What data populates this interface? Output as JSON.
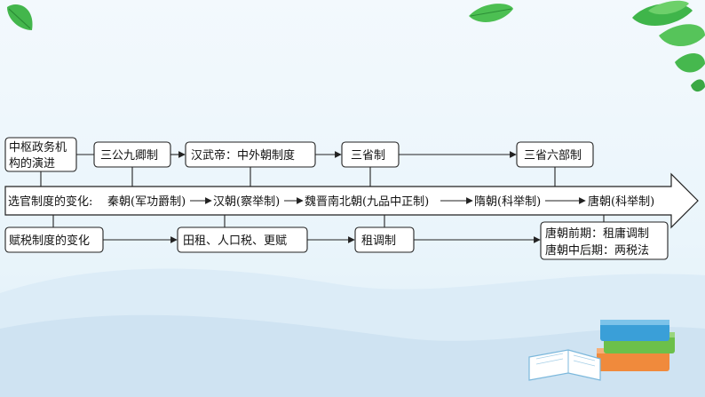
{
  "row1": {
    "start": [
      "中枢政务机",
      "构的演进"
    ],
    "items": [
      "三公九卿制",
      "汉武帝：中外朝制度",
      "三省制",
      "三省六部制"
    ]
  },
  "row2": {
    "label": "选官制度的变化:",
    "items": [
      "秦朝(军功爵制)",
      "汉朝(察举制)",
      "魏晋南北朝(九品中正制)",
      "隋朝(科举制)",
      "唐朝(科举制)"
    ]
  },
  "row3": {
    "start": "赋税制度的变化",
    "items": [
      "田租、人口税、更赋",
      "租调制"
    ],
    "end": [
      "唐朝前期：租庸调制",
      "唐朝中后期：两税法"
    ]
  },
  "colors": {
    "leaf": "#3fb54a",
    "leaf_dark": "#2c8f37",
    "book_blue": "#3a9fd8",
    "book_orange": "#f08a3c",
    "book_green": "#6cc04a"
  },
  "icons": [
    "leaf-icon",
    "books-icon"
  ]
}
